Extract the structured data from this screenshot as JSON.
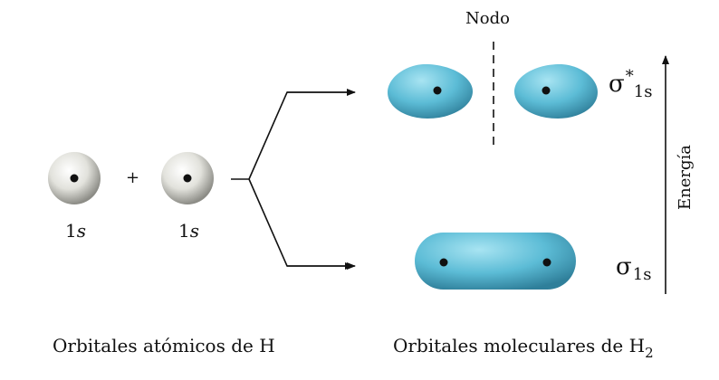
{
  "atomic": {
    "orbital_left": "1",
    "orbital_right": "1",
    "orbital_letter": "s",
    "plus": "+",
    "caption": "Orbitales atómicos de H"
  },
  "molecular": {
    "antibonding_symbol": "σ",
    "antibonding_star": "*",
    "antibonding_sub": "1s",
    "bonding_symbol": "σ",
    "bonding_sub": "1s",
    "node_label": "Nodo",
    "caption_main": "Orbitales moleculares de H",
    "caption_sub": "2"
  },
  "energy_label": "Energía",
  "colors": {
    "atomic_orbital": "#dcdcd6",
    "molecular_orbital": "#5cbcd6",
    "line": "#111111"
  }
}
